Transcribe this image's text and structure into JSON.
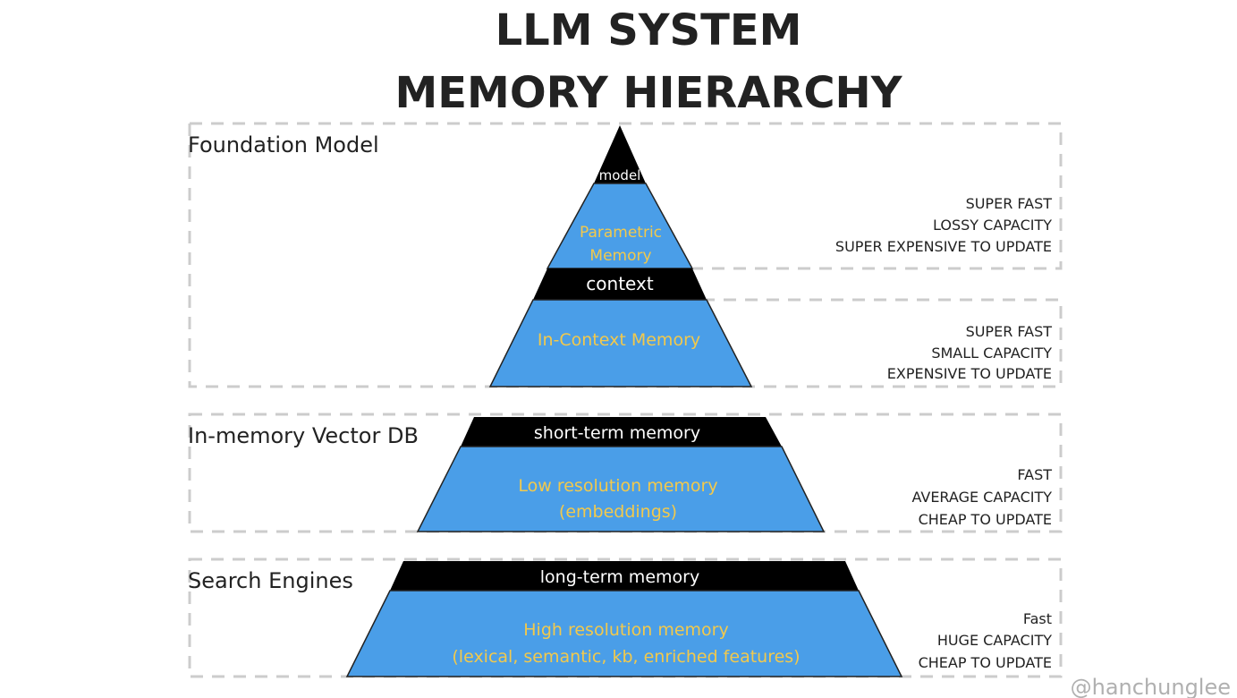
{
  "title": {
    "line1": "LLM SYSTEM",
    "line2": "MEMORY HIERARCHY"
  },
  "colors": {
    "blue_fill": "#4a9ee8",
    "black_band": "#000000",
    "yellow_text": "#f2c94c",
    "white_text": "#ffffff",
    "dashed_border": "#cccccc",
    "ink": "#222222"
  },
  "sections": [
    {
      "label": "Foundation Model",
      "tiers": [
        {
          "band_label": "model",
          "memory_label": [
            "Parametric",
            "Memory"
          ],
          "traits": [
            "SUPER FAST",
            "LOSSY CAPACITY",
            "SUPER EXPENSIVE TO UPDATE"
          ]
        },
        {
          "band_label": "context",
          "memory_label": [
            "In-Context Memory"
          ],
          "traits": [
            "SUPER FAST",
            "SMALL CAPACITY",
            "EXPENSIVE TO UPDATE"
          ]
        }
      ]
    },
    {
      "label": "In-memory Vector DB",
      "tiers": [
        {
          "band_label": "short-term memory",
          "memory_label": [
            "Low resolution memory",
            "(embeddings)"
          ],
          "traits": [
            "FAST",
            "AVERAGE CAPACITY",
            "CHEAP TO UPDATE"
          ]
        }
      ]
    },
    {
      "label": "Search Engines",
      "tiers": [
        {
          "band_label": "long-term memory",
          "memory_label": [
            "High resolution memory",
            "(lexical, semantic, kb, enriched features)"
          ],
          "traits": [
            "Fast",
            "HUGE CAPACITY",
            "CHEAP TO UPDATE"
          ]
        }
      ]
    }
  ],
  "watermark": "@hanchunglee"
}
